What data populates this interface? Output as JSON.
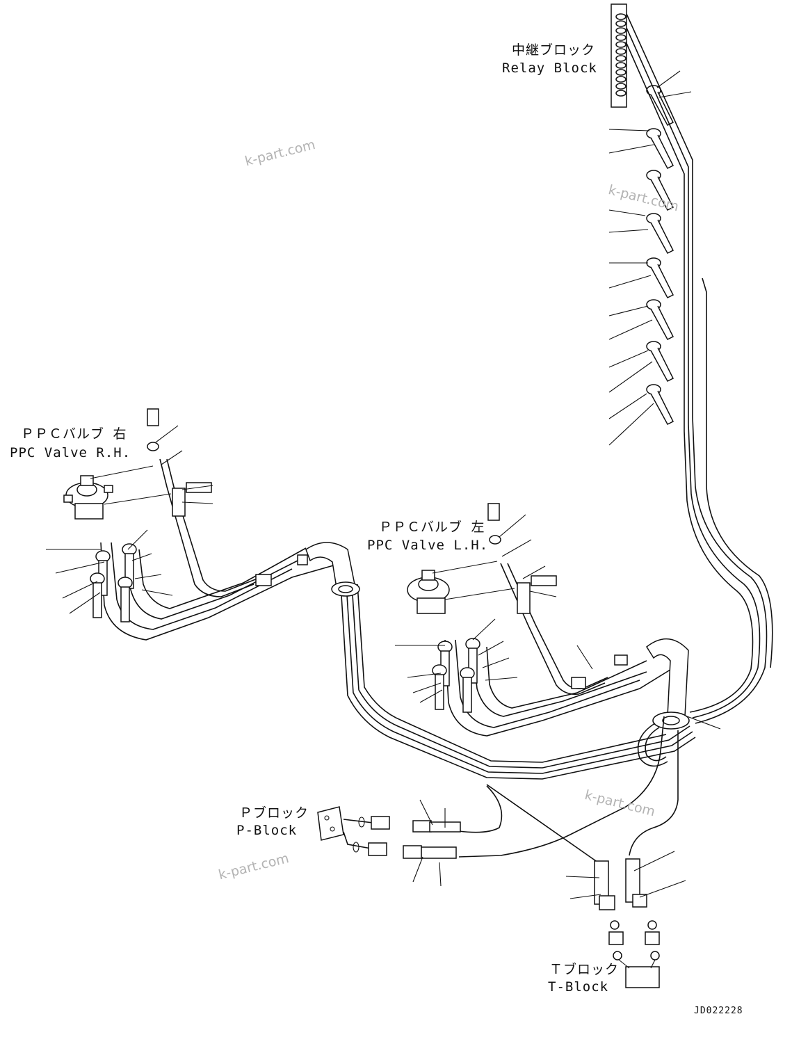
{
  "labels": {
    "relay_block_jp": "中継ブロック",
    "relay_block_en": "Relay Block",
    "ppc_rh_jp": "ＰＰＣバルブ 右",
    "ppc_rh_en": "PPC Valve R.H.",
    "ppc_lh_jp": "ＰＰＣバルブ 左",
    "ppc_lh_en": "PPC Valve L.H.",
    "p_block_jp": "Ｐブロック",
    "p_block_en": "P-Block",
    "t_block_jp": "Ｔブロック",
    "t_block_en": "T-Block"
  },
  "watermark": "k-part.com",
  "drawing_code": "JD022228"
}
